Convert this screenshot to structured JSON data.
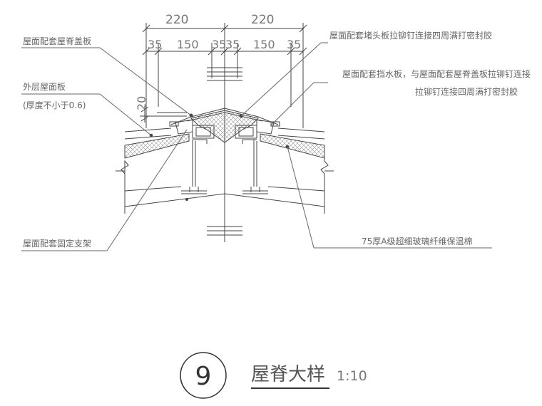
{
  "dimensions": {
    "overall_left": "220",
    "overall_right": "220",
    "seg_1": "35",
    "seg_2": "150",
    "seg_3": "35",
    "seg_4": "35",
    "seg_5": "150",
    "seg_6": "35",
    "gap": "20"
  },
  "labels": {
    "ridge_cover": "屋面配套屋脊盖板",
    "outer_panel": "外层屋面板",
    "outer_panel_note": "(厚度不小于0.6)",
    "fixed_bracket": "屋面配套固定支架",
    "end_plate": "屋面配套堵头板拉铆钉连接四周满打密封胶",
    "water_stop_1": "屋面配套挡水板，与屋面配套屋脊盖板拉铆钉连接",
    "water_stop_2": "拉铆钉连接四周满打密封胶",
    "insulation": "75厚A级超细玻璃纤维保温棉"
  },
  "title_block": {
    "detail_number": "9",
    "title": "屋脊大样",
    "scale": "1:10"
  },
  "colors": {
    "line": "#444444",
    "leader": "#666666",
    "insulation_fill": "#f2f2f2"
  }
}
